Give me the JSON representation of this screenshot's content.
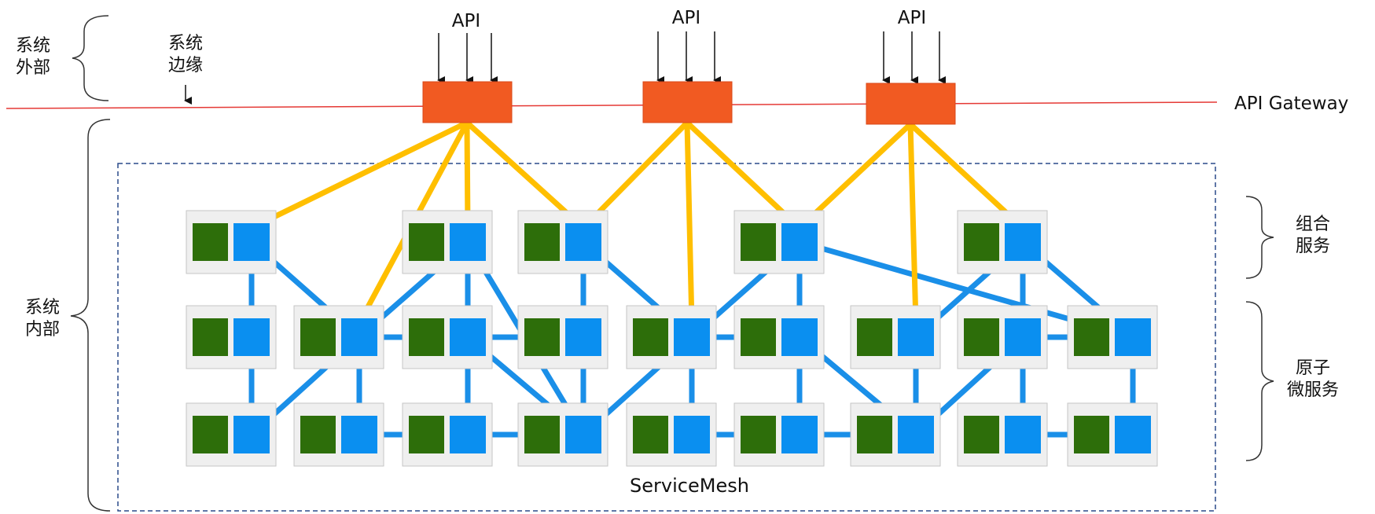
{
  "labels": {
    "system_outside": [
      "系统",
      "外部"
    ],
    "system_edge": [
      "系统",
      "边缘"
    ],
    "system_inside": [
      "系统",
      "内部"
    ],
    "composite_services": [
      "组合",
      "服务"
    ],
    "atomic_microservices": [
      "原子",
      "微服务"
    ],
    "api": "API",
    "api_gateway": "API Gateway",
    "service_mesh": "ServiceMesh"
  },
  "colors": {
    "gateway": "#f15a22",
    "gateway_border": "#d9481a",
    "gateway_link": "#ffbf00",
    "mesh_link": "#1a8fe8",
    "sidecar": "#0a8ff0",
    "service": "#2d6e0a",
    "cell_bg": "#efefef",
    "cell_border": "#c6c6c6",
    "boundary_line": "#e53935",
    "mesh_border": "#2a4a8a"
  }
}
